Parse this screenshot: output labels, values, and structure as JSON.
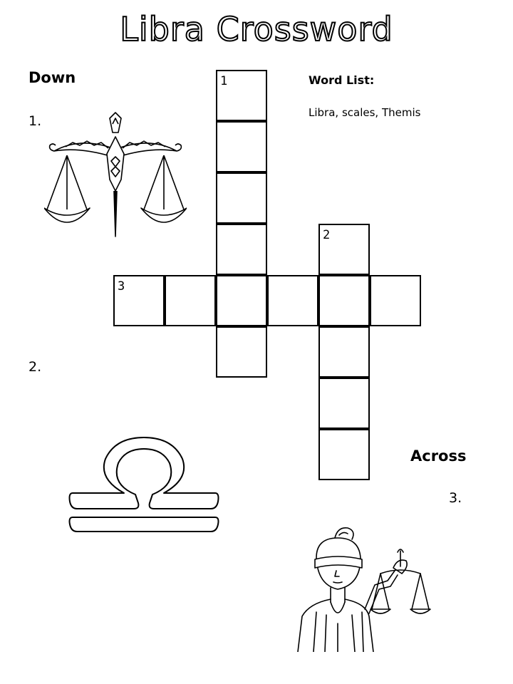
{
  "title": "Libra Crossword",
  "down": {
    "heading": "Down",
    "clue1_number": "1.",
    "clue2_number": "2."
  },
  "across": {
    "heading": "Across",
    "clue3_number": "3."
  },
  "word_list": {
    "title": "Word List:",
    "words": "Libra, scales, Themis"
  },
  "grid": {
    "label1": "1",
    "label2": "2",
    "label3": "3"
  },
  "images": {
    "scales_icon": "balance-scales-icon",
    "libra_symbol": "libra-zodiac-symbol-icon",
    "themis_icon": "lady-justice-themis-icon"
  }
}
